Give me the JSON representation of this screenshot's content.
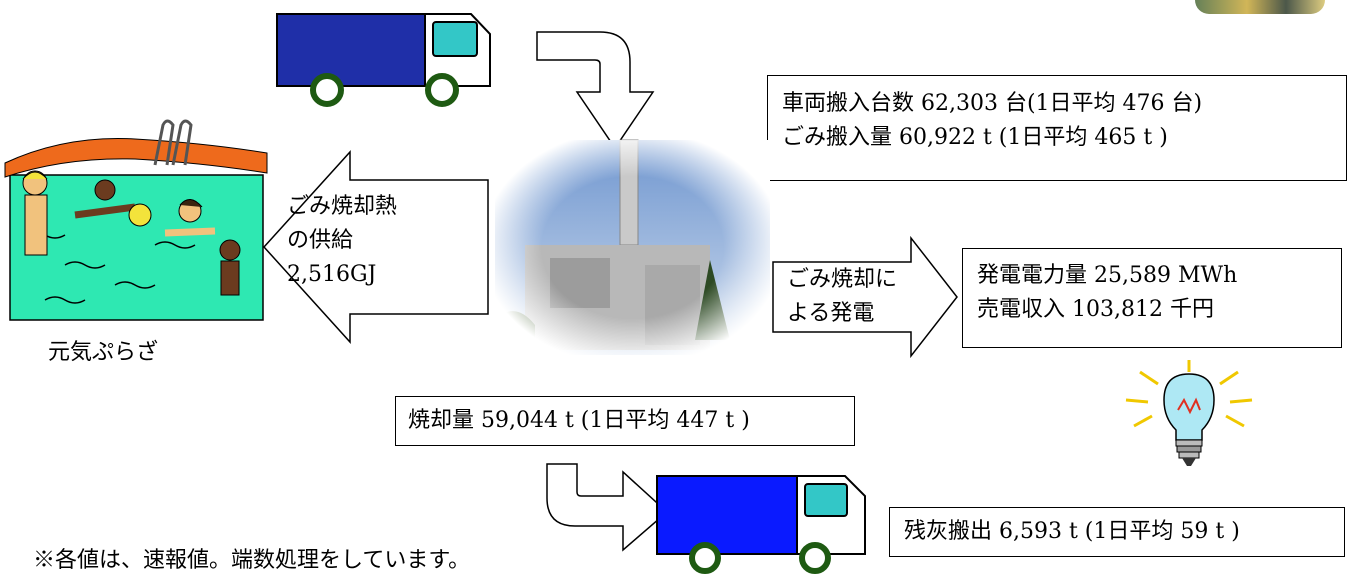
{
  "vehicle_stats": {
    "line1": "車両搬入台数  62,303 台(1日平均  476 台)",
    "line2": "ごみ搬入量       60,922  t (1日平均  465 t )"
  },
  "heat_supply": {
    "line1": "ごみ焼却熱",
    "line2": "の供給",
    "line3": "2,516GJ"
  },
  "pool_caption": "元気ぷらざ",
  "power_generation": {
    "line1": "ごみ焼却に",
    "line2": "よる発電"
  },
  "power_stats": {
    "line1": "発電電力量     25,589 MWh",
    "line2": "売電収入      103,812 千円"
  },
  "incineration": "焼却量  59,044 t (1日平均  447 t )",
  "ash_output": "残灰搬出  6,593 t (1日平均  59 t )",
  "footnote": "※各値は、速報値。端数処理をしています。",
  "colors": {
    "truck_body": "#1f2fa8",
    "truck_cab_window": "#33c7c7",
    "truck_wheel": "#1e5a12",
    "pool_water": "#2ee8b2",
    "pool_rim": "#ee6a1c",
    "sky_blue": "#8fb0d8"
  }
}
